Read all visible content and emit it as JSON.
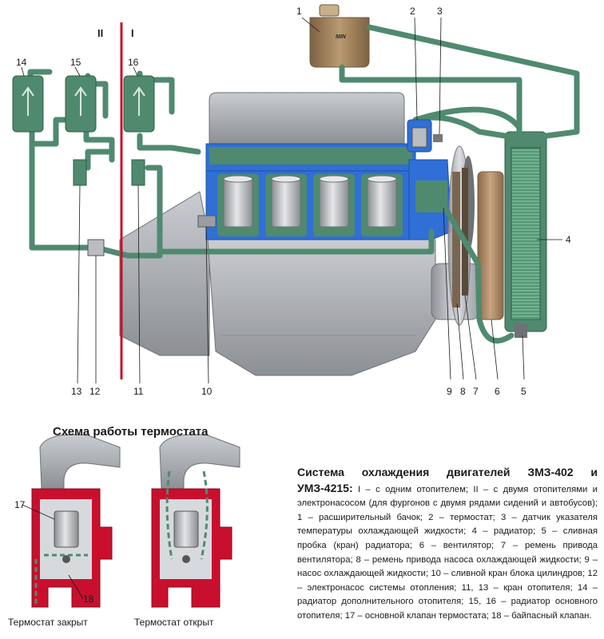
{
  "diagram": {
    "roman": [
      "II",
      "I"
    ],
    "callouts": [
      {
        "id": "1",
        "text": "1"
      },
      {
        "id": "2",
        "text": "2"
      },
      {
        "id": "3",
        "text": "3"
      },
      {
        "id": "4",
        "text": "4"
      },
      {
        "id": "5",
        "text": "5"
      },
      {
        "id": "6",
        "text": "6"
      },
      {
        "id": "7",
        "text": "7"
      },
      {
        "id": "8",
        "text": "8"
      },
      {
        "id": "9",
        "text": "9"
      },
      {
        "id": "10",
        "text": "10"
      },
      {
        "id": "11",
        "text": "11"
      },
      {
        "id": "12",
        "text": "12"
      },
      {
        "id": "13",
        "text": "13"
      },
      {
        "id": "14",
        "text": "14"
      },
      {
        "id": "15",
        "text": "15"
      },
      {
        "id": "16",
        "text": "16"
      },
      {
        "id": "17",
        "text": "17"
      },
      {
        "id": "18",
        "text": "18"
      }
    ],
    "tank_label": "MIN",
    "colors": {
      "coolant": "#4f8a6f",
      "coolant_dark": "#2f5c47",
      "block_blue": "#2f6fd6",
      "tank": "#9a7b55",
      "housing_red": "#c8102e",
      "metal": "#b9bcc0",
      "divider": "#c8102e"
    }
  },
  "thermostat_scheme": {
    "title": "Схема работы термостата",
    "closed_label": "Термостат закрыт",
    "open_label": "Термостат открыт"
  },
  "legend": {
    "title": "Система охлаждения двигателей ЗМЗ-402 и УМЗ-4215:",
    "body": " I – с одним отопителем; II – с двумя отопителями и электронасосом (для фургонов с двумя рядами сидений и автобусов); 1 – расширительный бачок; 2 – термостат; 3 – датчик указателя температуры охлаждающей жидкости; 4 – радиатор; 5 – сливная пробка (кран) радиатора; 6 – вентилятор; 7 – ремень привода вентилятора; 8 – ремень привода насоса охлаждающей жидкости; 9 – насос охлаждающей жидкости; 10 – сливной кран блока цилиндров; 12 – электронасос системы отопления; 11, 13 – кран отопителя; 14 – радиатор дополнительного отопителя; 15, 16 – радиатор основного отопителя; 17 – основной клапан термостата; 18 – байпасный клапан."
  }
}
